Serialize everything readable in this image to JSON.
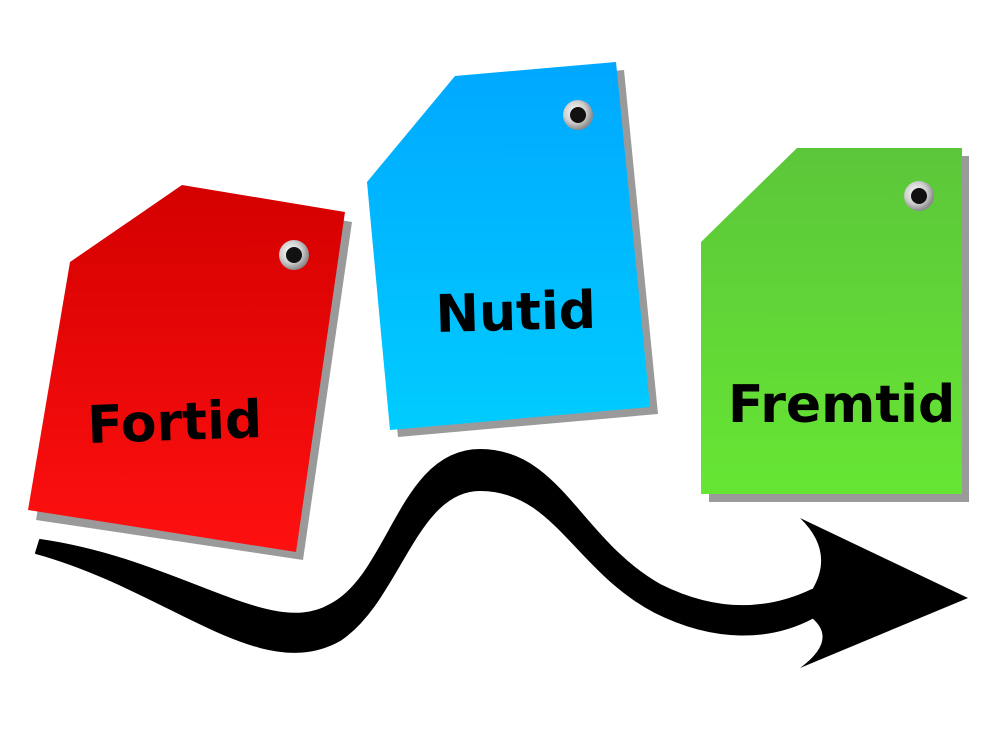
{
  "tags": [
    {
      "label": "Fortid",
      "color": "#e60000",
      "color_light": "#ff1a1a"
    },
    {
      "label": "Nutid",
      "color": "#00aaff",
      "color_light": "#00c8ff"
    },
    {
      "label": "Fremtid",
      "color": "#5cc93a",
      "color_light": "#66e633"
    }
  ],
  "arrow": {
    "color": "#000000",
    "direction": "right"
  }
}
